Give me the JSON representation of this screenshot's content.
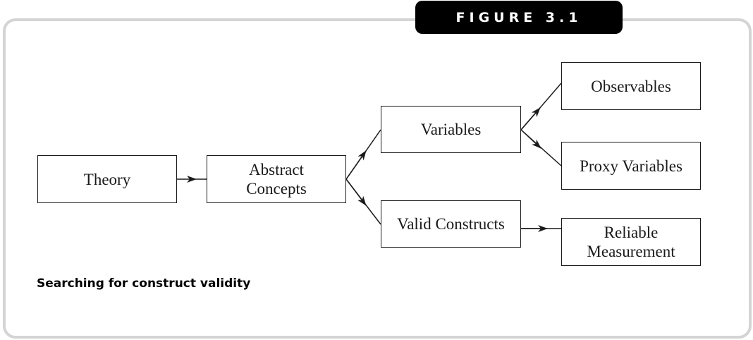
{
  "figure_label": "FIGURE 3.1",
  "caption": "Searching for construct validity",
  "colors": {
    "frame_border": "#d4d4d4",
    "tab_background": "#000000",
    "tab_text": "#ffffff",
    "line": "#1a1a1a"
  },
  "nodes": {
    "theory": "Theory",
    "abstract_concepts": "Abstract\nConcepts",
    "variables": "Variables",
    "valid_constructs": "Valid Constructs",
    "observables": "Observables",
    "proxy_variables": "Proxy Variables",
    "reliable_measurement": "Reliable\nMeasurement"
  },
  "edges": [
    {
      "from": "theory",
      "to": "abstract_concepts"
    },
    {
      "from": "abstract_concepts",
      "to": "variables"
    },
    {
      "from": "abstract_concepts",
      "to": "valid_constructs"
    },
    {
      "from": "variables",
      "to": "observables"
    },
    {
      "from": "variables",
      "to": "proxy_variables"
    },
    {
      "from": "valid_constructs",
      "to": "reliable_measurement"
    }
  ]
}
